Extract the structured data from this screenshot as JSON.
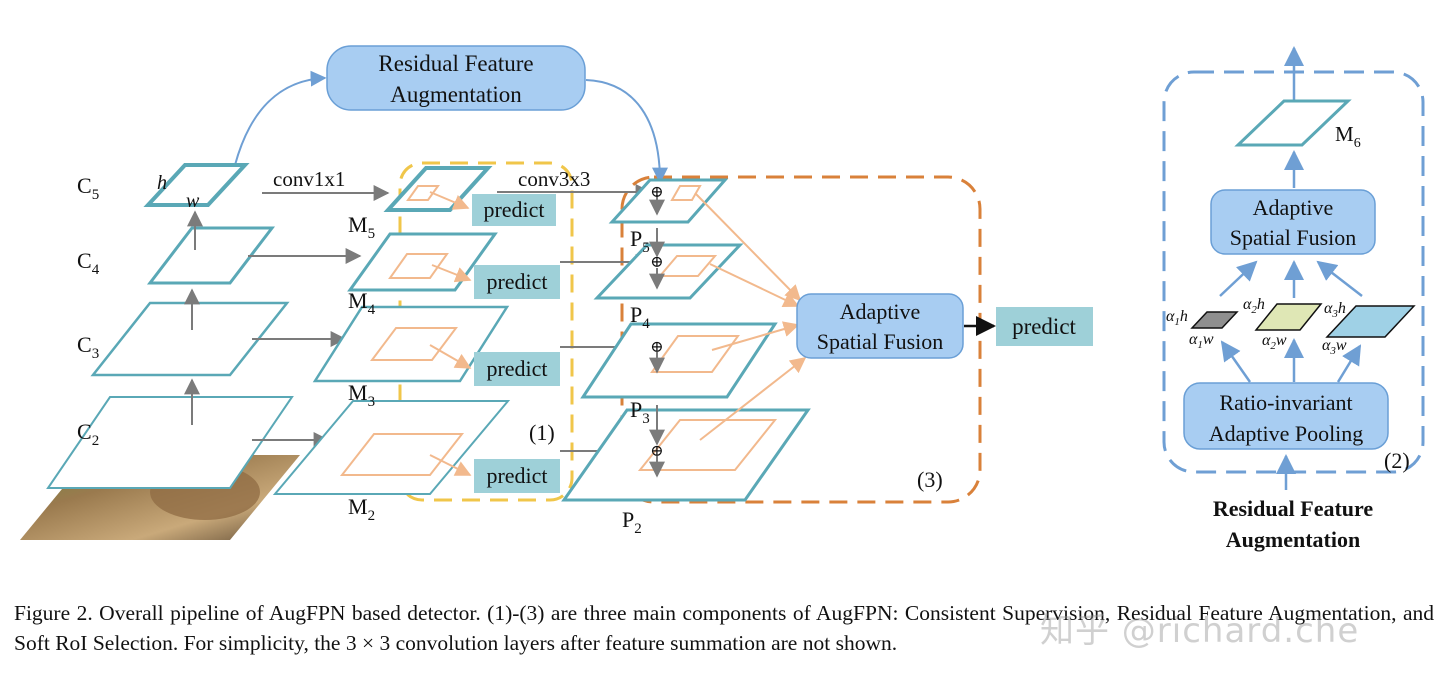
{
  "figure": {
    "rfa_title_line1": "Residual Feature",
    "rfa_title_line2": "Augmentation",
    "conv1x1": "conv1x1",
    "conv3x3": "conv3x3",
    "dim_h": "h",
    "dim_w": "w",
    "c_labels": [
      "C",
      "C",
      "C",
      "C"
    ],
    "c_subscripts": [
      "5",
      "4",
      "3",
      "2"
    ],
    "m_labels": [
      "M",
      "M",
      "M",
      "M"
    ],
    "m_subscripts": [
      "5",
      "4",
      "3",
      "2"
    ],
    "p_labels": [
      "P",
      "P",
      "P",
      "P"
    ],
    "p_subscripts": [
      "5",
      "4",
      "3",
      "2"
    ],
    "predict": "predict",
    "component_1": "(1)",
    "component_2": "(2)",
    "component_3": "(3)",
    "asf_line1": "Adaptive",
    "asf_line2": "Spatial Fusion",
    "m6": "M",
    "m6_sub": "6",
    "rip_line1": "Ratio-invariant",
    "rip_line2": "Adaptive Pooling",
    "alpha": "α",
    "alpha_subs": [
      "1",
      "2",
      "3"
    ],
    "rfa_bottom_line1": "Residual Feature",
    "rfa_bottom_line2": "Augmentation",
    "plus": "⊕",
    "colors": {
      "feature_map": "#5aa8b6",
      "box_fill": "#a8cdf2",
      "box_stroke": "#6a9fd6",
      "predict_fill": "#9ed0d8",
      "yellow_dash": "#f0c64a",
      "orange_dash": "#d9813a",
      "blue_dash": "#6f9fd4",
      "arrow_gray": "#7b7b7b",
      "peach": "#f2b98d"
    }
  },
  "caption": {
    "text": "Figure 2. Overall pipeline of AugFPN based detector. (1)-(3) are three main components of AugFPN: Consistent Supervision, Residual Feature Augmentation, and Soft RoI Selection. For simplicity, the 3 × 3 convolution layers after feature summation are not shown."
  },
  "watermark": "知乎 @richard.che"
}
